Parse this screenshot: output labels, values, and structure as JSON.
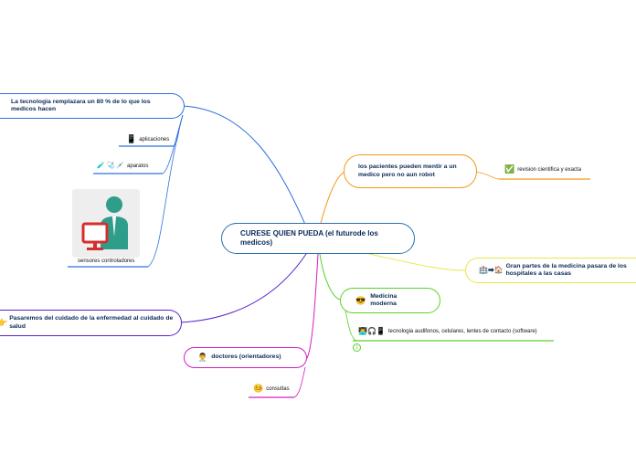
{
  "central": {
    "text": "CURESE QUIEN PUEDA (el futurode los medicos)"
  },
  "branches": {
    "tech": {
      "text": "La tecnologia remplazara un 80 % de lo que los medicos hacen",
      "color": "#2f6fe0",
      "children": {
        "apps": {
          "text": "aplicaciones",
          "icon": "mobile-phone-icon",
          "glyph": "📱"
        },
        "devices": {
          "text": "aparatos",
          "icon": "medical-devices-icon",
          "glyph": "🧪 🩺 💉"
        },
        "sensors": {
          "text": "sensores controladores",
          "icon": "doctor-computer-image"
        }
      }
    },
    "patients": {
      "text": "los pacientes pueden mentir a un medico pero no aun robot",
      "color": "#f29a1a",
      "children": {
        "review": {
          "text": "revision cientifica y exacta",
          "icon": "check-mark-icon",
          "glyph": "✅"
        }
      }
    },
    "home": {
      "text": "Gran partes de la medicina pasara de los hospitales a las casas",
      "color": "#e6e84a",
      "icon": "hospital-to-home-icon",
      "glyph": "🏥➡🏠"
    },
    "modern": {
      "text": "Medicina moderna",
      "color": "#5bd12a",
      "icon": "sunglasses-face-icon",
      "glyph": "😎",
      "collapsed_count": "2",
      "children": {
        "gadgets": {
          "text": "tecnologia audifonos, celulares, lentes de contacto (software)",
          "icon": "headphones-phone-icon",
          "glyph": "👨‍💻🎧📱"
        }
      }
    },
    "care": {
      "text": "Pasaremos del cuidado de la enfermedad al cuidado de salud",
      "color": "#5a23c9",
      "icon": "hand-icon",
      "glyph": "👉"
    },
    "doctors": {
      "text": "doctores (orientadores)",
      "color": "#d51ec1",
      "icon": "doctor-icon",
      "glyph": "👨‍⚕️",
      "children": {
        "consults": {
          "text": "consultas",
          "icon": "thermometer-face-icon",
          "glyph": "🤒"
        }
      }
    }
  }
}
